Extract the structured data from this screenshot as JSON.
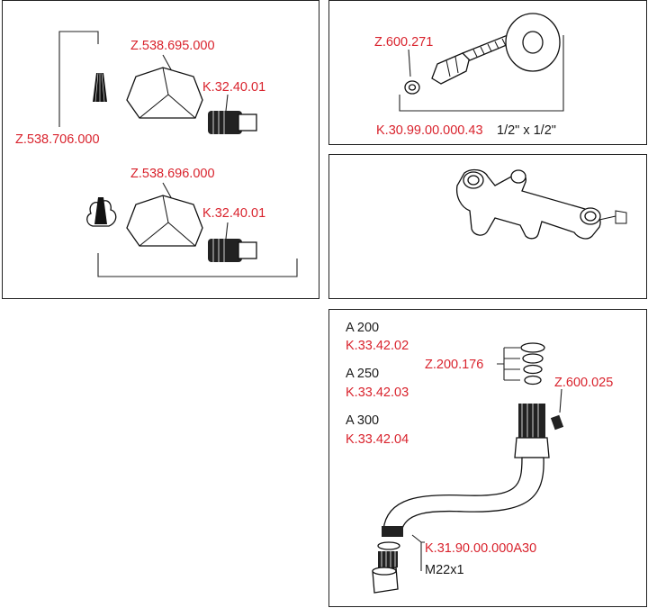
{
  "panels": {
    "handles": {
      "labels": {
        "cap_blue": "Z.538.695.000",
        "cartridge_top": "K.32.40.01",
        "cap_red": "Z.538.696.000",
        "cartridge_bottom": "K.32.40.01",
        "spline_adapter": "Z.538.706.000"
      }
    },
    "connector": {
      "labels": {
        "washer": "Z.600.271",
        "set_code": "K.30.99.00.000.43",
        "set_size": "1/2\" x 1/2\""
      }
    },
    "body": {},
    "spout": {
      "variants": [
        {
          "name": "A 200",
          "code": "K.33.42.02"
        },
        {
          "name": "A 250",
          "code": "K.33.42.03"
        },
        {
          "name": "A 300",
          "code": "K.33.42.04"
        }
      ],
      "labels": {
        "o_rings": "Z.200.176",
        "screw": "Z.600.025",
        "aerator": "K.31.90.00.000A30",
        "thread": "M22x1"
      }
    }
  },
  "colors": {
    "code_red": "#d9232d",
    "outline": "#111111",
    "dark_part": "#222222"
  }
}
